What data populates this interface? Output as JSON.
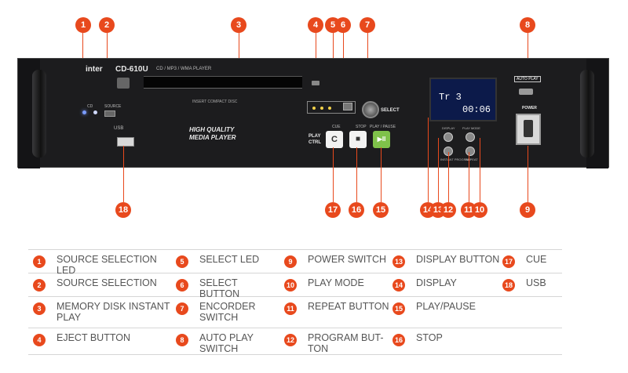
{
  "device": {
    "brand": "inter",
    "model": "CD-610U",
    "subtitle": "CD / MP3 / WMA PLAYER",
    "tagline_1": "HIGH QUALITY",
    "tagline_2": "MEDIA PLAYER",
    "insert_label": "INSERT COMPACT DISC",
    "usb_label": "USB",
    "source_label": "SOURCE",
    "select_label": "SELECT",
    "cd_label": "CD",
    "play_ctrl_1": "PLAY",
    "play_ctrl_2": "CTRL",
    "cue_label": "CUE",
    "stop_label": "STOP",
    "play_pause_label": "PLAY / PAUSE",
    "cue_glyph": "C",
    "stop_glyph": "■",
    "play_glyph": "▶II",
    "display_btn_label": "DISPLAY",
    "play_mode_label": "PLAY MODE",
    "instant_program_label": "INSTANT PROGRAM",
    "repeat_label": "REPEAT",
    "auto_play_label": "AUTO PLAY",
    "power_label": "POWER",
    "lcd_line1": "Tr 3",
    "lcd_line2": "00:06"
  },
  "callouts": [
    "1",
    "2",
    "3",
    "4",
    "5",
    "6",
    "7",
    "8",
    "17",
    "16",
    "15",
    "14",
    "13",
    "12",
    "11",
    "10",
    "9",
    "18"
  ],
  "legend": [
    {
      "num": "1",
      "text": "SOURCE SELECTION LED"
    },
    {
      "num": "2",
      "text": "SOURCE SELECTION"
    },
    {
      "num": "3",
      "text": "MEMORY DISK INSTANT PLAY"
    },
    {
      "num": "4",
      "text": "EJECT BUTTON"
    },
    {
      "num": "5",
      "text": "SELECT LED"
    },
    {
      "num": "6",
      "text": "SELECT BUTTON"
    },
    {
      "num": "7",
      "text": "ENCORDER SWITCH"
    },
    {
      "num": "8",
      "text": "AUTO PLAY SWITCH"
    },
    {
      "num": "9",
      "text": "POWER SWITCH"
    },
    {
      "num": "10",
      "text": "PLAY MODE"
    },
    {
      "num": "11",
      "text": "REPEAT BUTTON"
    },
    {
      "num": "12",
      "text": "PROGRAM BUT-TON"
    },
    {
      "num": "13",
      "text": "DISPLAY BUTTON"
    },
    {
      "num": "14",
      "text": "DISPLAY"
    },
    {
      "num": "15",
      "text": "PLAY/PAUSE"
    },
    {
      "num": "16",
      "text": "STOP"
    },
    {
      "num": "17",
      "text": "CUE"
    },
    {
      "num": "18",
      "text": "USB"
    }
  ],
  "colors": {
    "accent": "#e8491d",
    "panel": "#1c1c1e",
    "cue": "#f2f2f2",
    "stop": "#f2f2f2",
    "play": "#7fc24a",
    "lcd": "#0c1a4a"
  }
}
